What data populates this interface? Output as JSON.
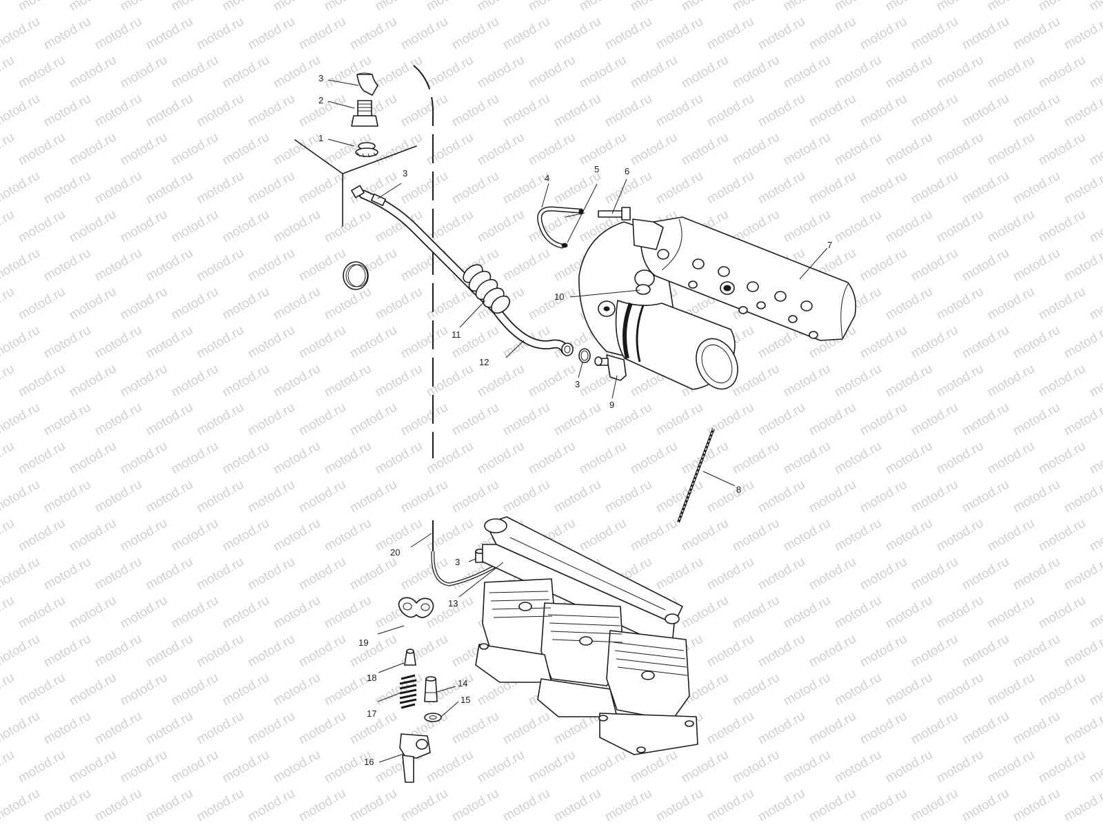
{
  "watermark": {
    "text": "motod.ru",
    "color": "#cfcfcf"
  },
  "callouts": [
    {
      "id": "c3a",
      "label": "3"
    },
    {
      "id": "c2",
      "label": "2"
    },
    {
      "id": "c1",
      "label": "1"
    },
    {
      "id": "c3b",
      "label": "3"
    },
    {
      "id": "c4",
      "label": "4"
    },
    {
      "id": "c5",
      "label": "5"
    },
    {
      "id": "c6",
      "label": "6"
    },
    {
      "id": "c7",
      "label": "7"
    },
    {
      "id": "c10",
      "label": "10"
    },
    {
      "id": "c11",
      "label": "11"
    },
    {
      "id": "c12",
      "label": "12"
    },
    {
      "id": "c3c",
      "label": "3"
    },
    {
      "id": "c9",
      "label": "9"
    },
    {
      "id": "c8",
      "label": "8"
    },
    {
      "id": "c20",
      "label": "20"
    },
    {
      "id": "c3d",
      "label": "3"
    },
    {
      "id": "c13",
      "label": "13"
    },
    {
      "id": "c19",
      "label": "19"
    },
    {
      "id": "c18",
      "label": "18"
    },
    {
      "id": "c14",
      "label": "14"
    },
    {
      "id": "c15",
      "label": "15"
    },
    {
      "id": "c17",
      "label": "17"
    },
    {
      "id": "c16",
      "label": "16"
    }
  ]
}
